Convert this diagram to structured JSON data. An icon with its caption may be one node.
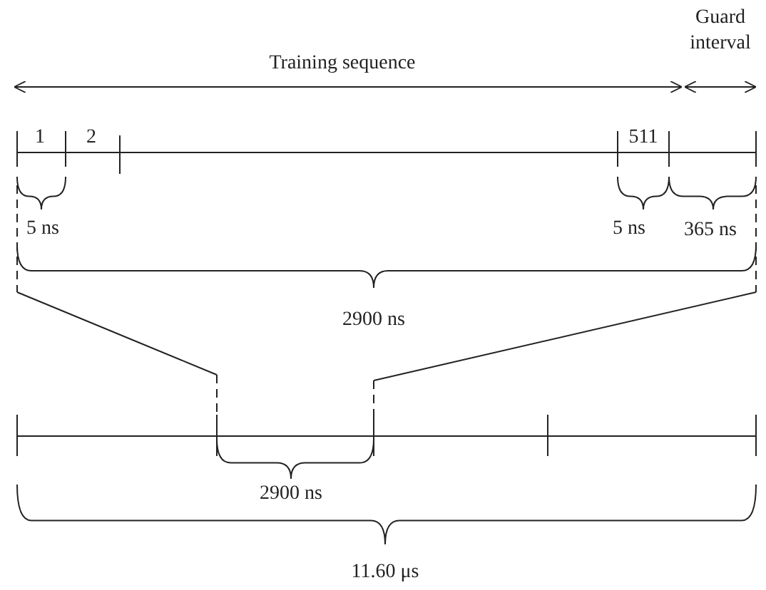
{
  "diagram": {
    "labels": [
      "Guard interval",
      "Training sequence",
      "1",
      "2",
      "511",
      "5 ns",
      "5 ns",
      "365 ns",
      "2900 ns",
      "2900 ns",
      "11.60 μs"
    ]
  }
}
